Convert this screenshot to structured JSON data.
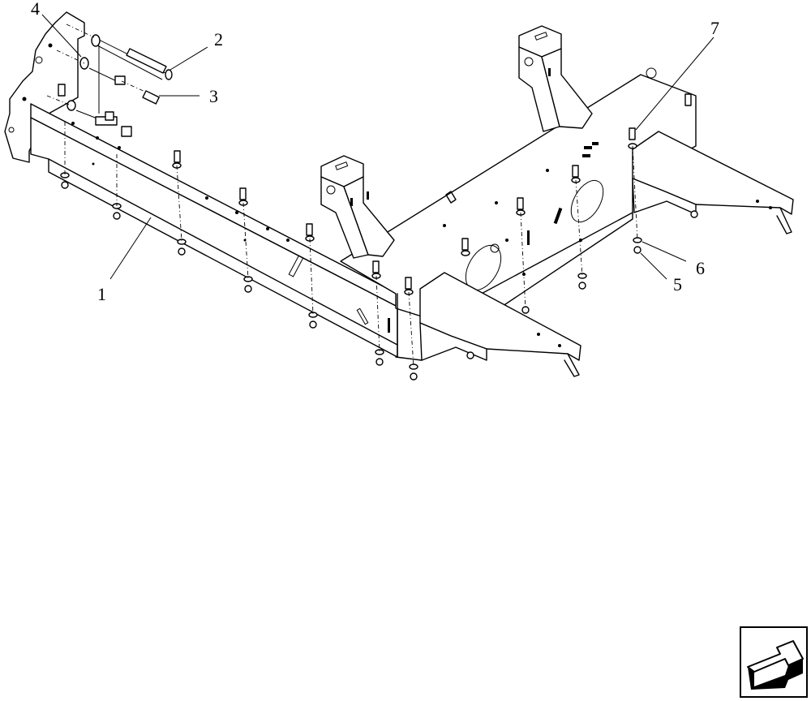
{
  "callouts": [
    {
      "id": "1",
      "text": "1"
    },
    {
      "id": "2",
      "text": "2"
    },
    {
      "id": "3",
      "text": "3"
    },
    {
      "id": "4",
      "text": "4"
    },
    {
      "id": "5",
      "text": "5"
    },
    {
      "id": "6",
      "text": "6"
    },
    {
      "id": "7",
      "text": "7"
    }
  ],
  "nav_icon": {
    "name": "previous-page-arrow-icon"
  }
}
